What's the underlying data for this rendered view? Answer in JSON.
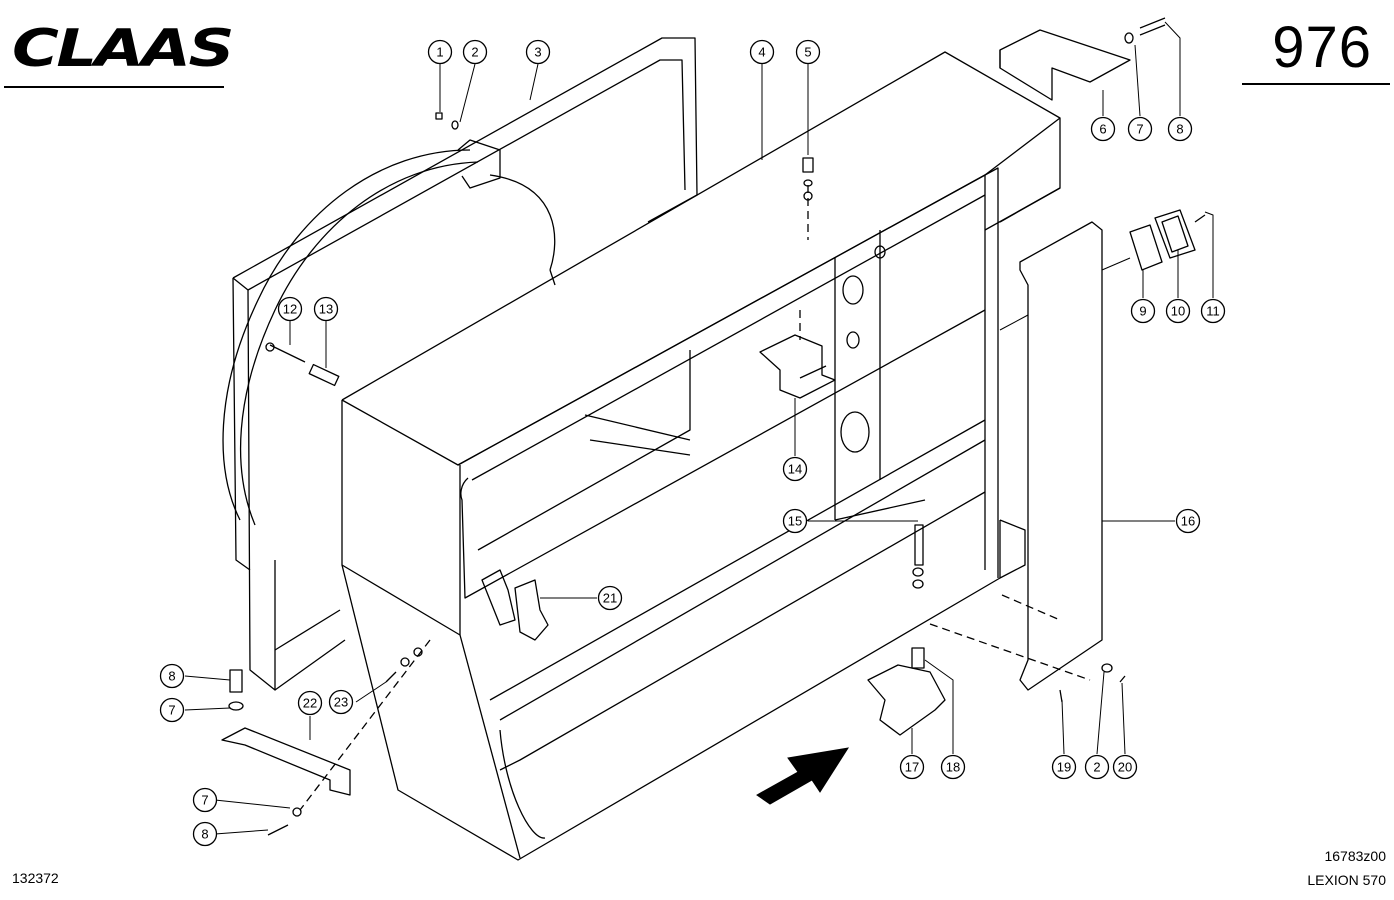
{
  "header": {
    "brand": "CLAAS",
    "page_number": "976"
  },
  "footer": {
    "document_number": "132372",
    "drawing_number": "16783z00",
    "model": "LEXION 570"
  },
  "callouts": [
    "1",
    "2",
    "3",
    "4",
    "5",
    "6",
    "7",
    "8",
    "9",
    "10",
    "11",
    "12",
    "13",
    "14",
    "15",
    "16",
    "17",
    "18",
    "19",
    "20",
    "21",
    "22",
    "23"
  ],
  "extra_callouts": [
    "8",
    "7",
    "7",
    "8",
    "2"
  ]
}
